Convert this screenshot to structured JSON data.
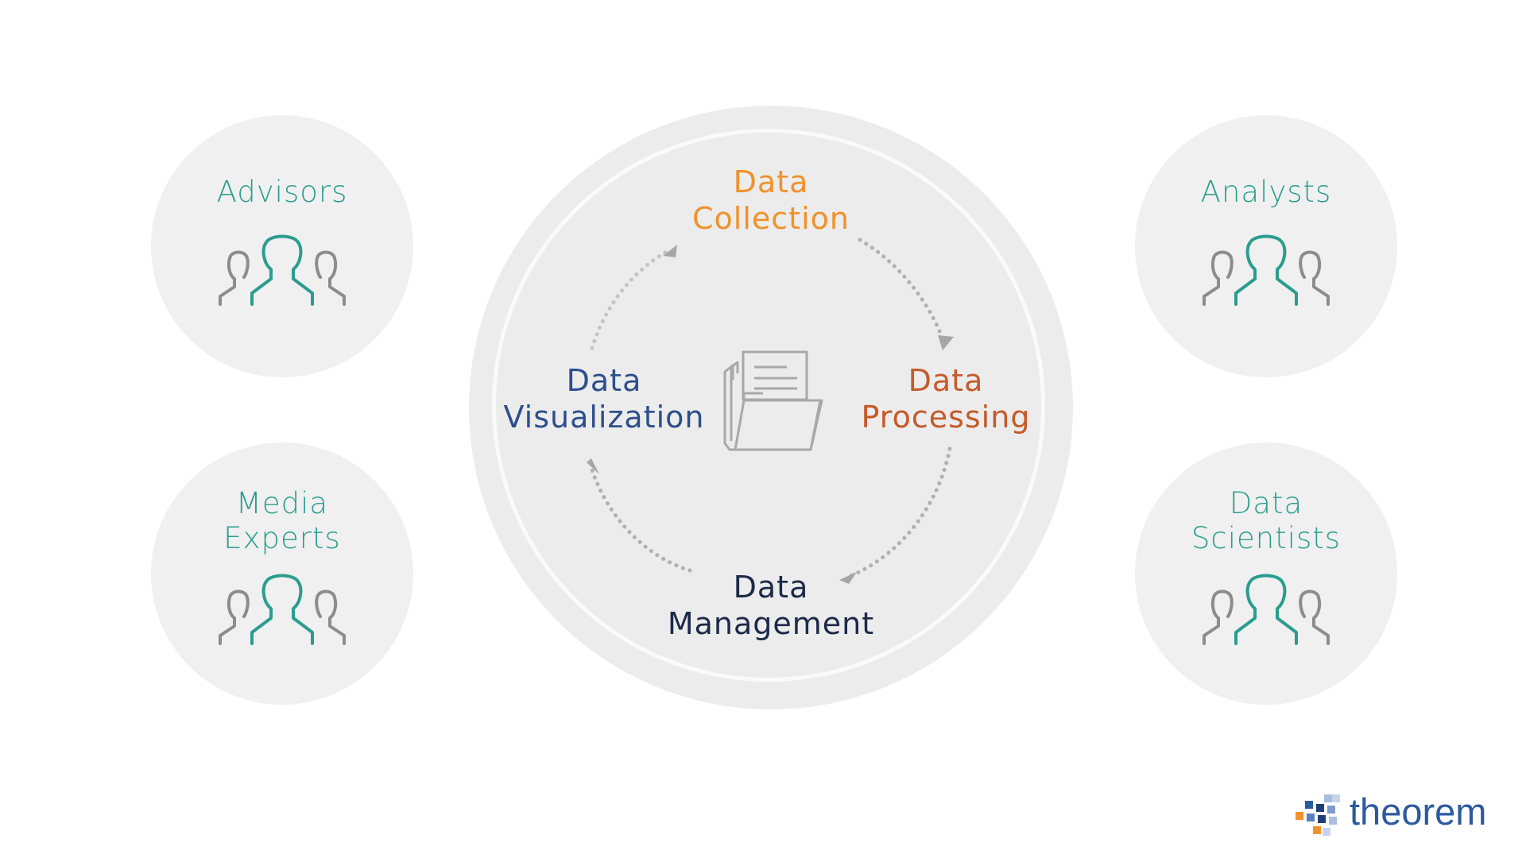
{
  "groups": {
    "advisors": {
      "label_line1": "Advisors",
      "label_line2": ""
    },
    "media_experts": {
      "label_line1": "Media",
      "label_line2": "Experts"
    },
    "analysts": {
      "label_line1": "Analysts",
      "label_line2": ""
    },
    "data_scientists": {
      "label_line1": "Data",
      "label_line2": "Scientists"
    }
  },
  "cycle": {
    "collection": {
      "line1": "Data",
      "line2": "Collection"
    },
    "processing": {
      "line1": "Data",
      "line2": "Processing"
    },
    "management": {
      "line1": "Data",
      "line2": "Management"
    },
    "visualization": {
      "line1": "Data",
      "line2": "Visualization"
    }
  },
  "center_icon": "folder-icon",
  "brand": {
    "name": "theorem",
    "logo_icon": "pixel-logo-icon"
  },
  "colors": {
    "teal": "#2a9d8f",
    "gray_person": "#8c8c8c",
    "collection": "#f0922b",
    "processing": "#c55a2a",
    "management": "#1b2a48",
    "visualization": "#2c4f8c",
    "brand_blue": "#2c5aa0"
  }
}
